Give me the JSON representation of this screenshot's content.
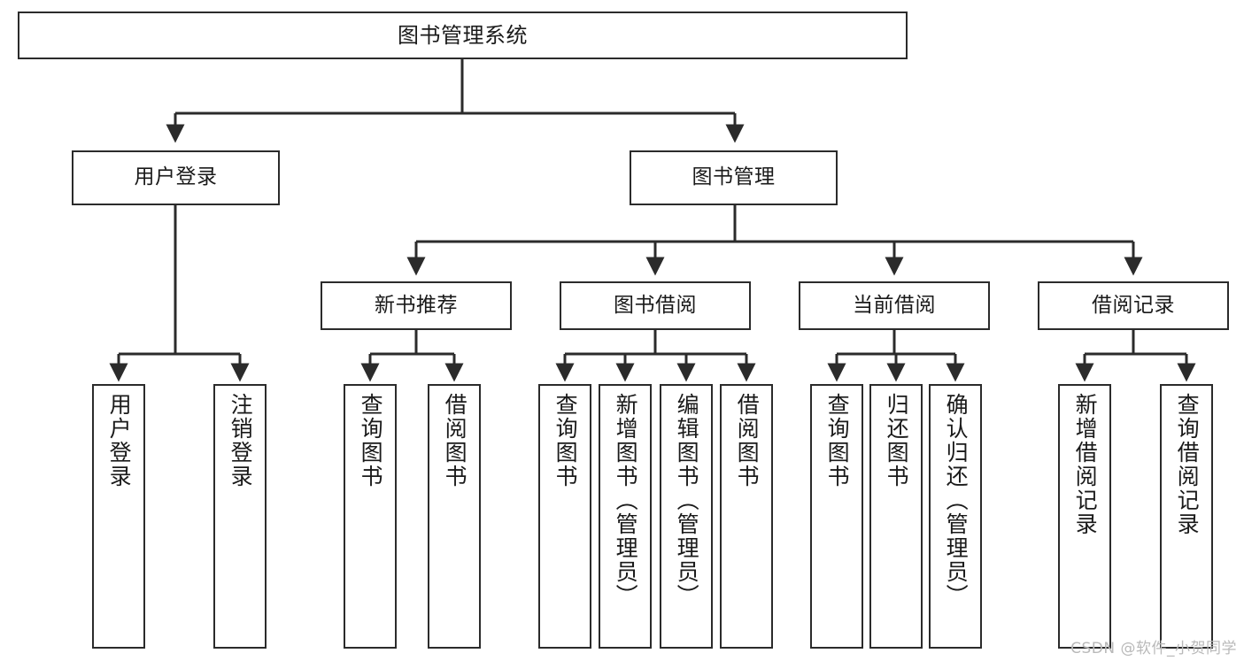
{
  "diagram": {
    "title": "图书管理系统",
    "type": "tree",
    "watermark": "CSDN @软件_小贺同学",
    "colors": {
      "box_border": "#2b2b2b",
      "box_fill": "#ffffff",
      "edge": "#2b2b2b",
      "text": "#1a1a1a",
      "watermark": "#b9b9b9"
    },
    "nodes": {
      "root": {
        "label": "图书管理系统"
      },
      "level2": [
        {
          "id": "user-login",
          "label": "用户登录"
        },
        {
          "id": "book-management",
          "label": "图书管理"
        }
      ],
      "level3": [
        {
          "id": "new-book-recommend",
          "label": "新书推荐"
        },
        {
          "id": "book-borrow",
          "label": "图书借阅"
        },
        {
          "id": "current-borrow",
          "label": "当前借阅"
        },
        {
          "id": "borrow-record",
          "label": "借阅记录"
        }
      ],
      "leaves": {
        "user_login": [
          {
            "id": "leaf-user-login",
            "label": "用户登录"
          },
          {
            "id": "leaf-logout-login",
            "label": "注销登录"
          }
        ],
        "new_book_recommend": [
          {
            "id": "leaf-query-book-1",
            "label": "查询图书"
          },
          {
            "id": "leaf-borrow-book-1",
            "label": "借阅图书"
          }
        ],
        "book_borrow": [
          {
            "id": "leaf-query-book-2",
            "label": "查询图书"
          },
          {
            "id": "leaf-add-book",
            "label": "新增图书（管理员）"
          },
          {
            "id": "leaf-edit-book",
            "label": "编辑图书（管理员）"
          },
          {
            "id": "leaf-borrow-book-2",
            "label": "借阅图书"
          }
        ],
        "current_borrow": [
          {
            "id": "leaf-query-book-3",
            "label": "查询图书"
          },
          {
            "id": "leaf-return-book",
            "label": "归还图书"
          },
          {
            "id": "leaf-confirm-return",
            "label": "确认归还（管理员）"
          }
        ],
        "borrow_record": [
          {
            "id": "leaf-add-record",
            "label": "新增借阅记录"
          },
          {
            "id": "leaf-query-record",
            "label": "查询借阅记录"
          }
        ]
      }
    }
  }
}
